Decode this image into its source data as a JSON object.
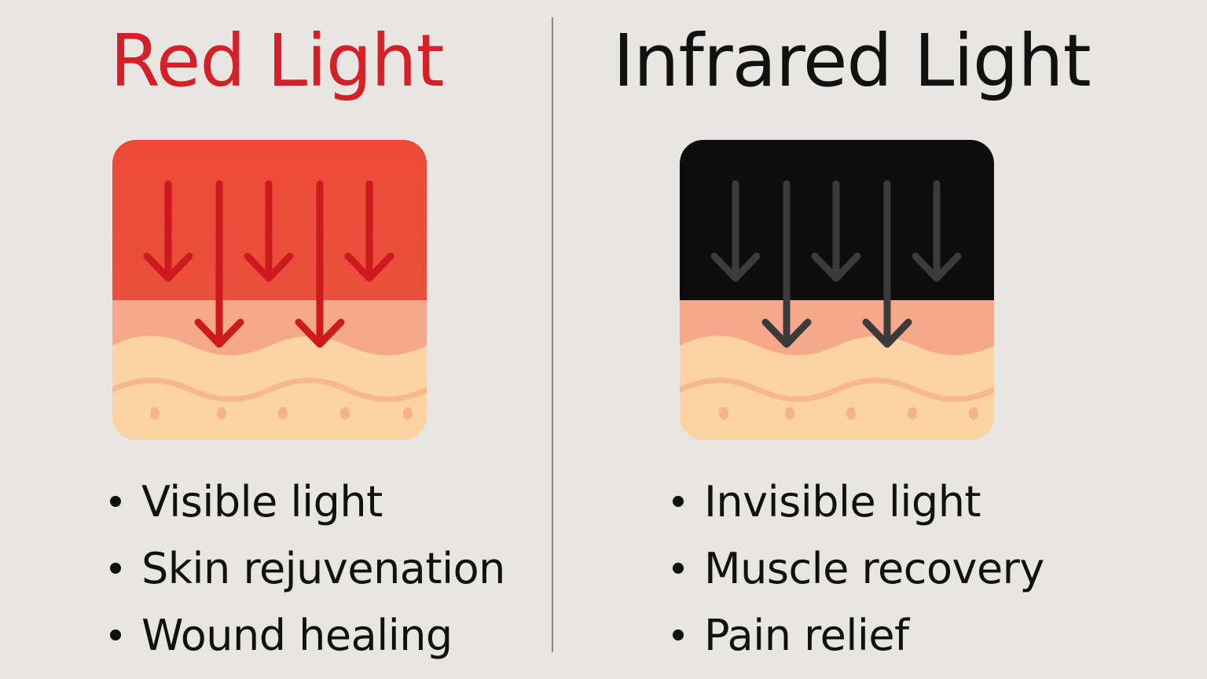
{
  "left": {
    "title": "Red Light",
    "bullets": [
      "Visible light",
      "Skin rejuvenation",
      "Wound healing"
    ]
  },
  "right": {
    "title": "Infrared Light",
    "bullets": [
      "Invisible light",
      "Muscle recovery",
      "Pain relief"
    ]
  },
  "colors": {
    "background": "#e8e6e2",
    "red_title": "#d42027",
    "red_light_top": "#ef4a37",
    "red_light_bottom": "#e8503c",
    "red_arrow": "#cc1a1f",
    "infrared_light": "#0d0d0d",
    "infrared_arrow": "#3b3b3b",
    "epidermis": "#f6a88a",
    "dermis": "#fdd3a3",
    "dermis_line": "#f7b88a",
    "text": "#111111",
    "divider": "#8a8886"
  },
  "icons": [
    "light-penetration-arrow-icon",
    "skin-layers-icon",
    "bullet-icon"
  ]
}
